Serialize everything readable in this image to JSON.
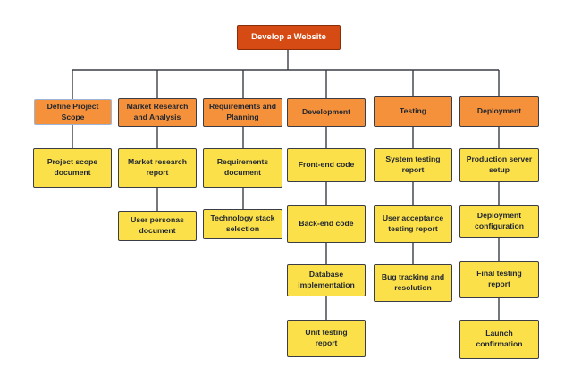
{
  "root": {
    "label": "Develop a Website"
  },
  "columns": [
    {
      "label": "Define Project Scope",
      "items": [
        "Project scope document"
      ]
    },
    {
      "label": "Market Research and Analysis",
      "items": [
        "Market research report",
        "User personas document"
      ]
    },
    {
      "label": "Requirements and Planning",
      "items": [
        "Requirements document",
        "Technology stack selection"
      ]
    },
    {
      "label": "Development",
      "items": [
        "Front-end code",
        "Back-end code",
        "Database implementation",
        "Unit testing report"
      ]
    },
    {
      "label": "Testing",
      "items": [
        "System testing report",
        "User acceptance testing report",
        "Bug tracking and resolution"
      ]
    },
    {
      "label": "Deployment",
      "items": [
        "Production server setup",
        "Deployment configuration",
        "Final testing report",
        "Launch confirmation"
      ]
    }
  ],
  "colors": {
    "root": "#d64a13",
    "category": "#f5913a",
    "leaf": "#fbe04a",
    "line": "#3a3d47"
  }
}
